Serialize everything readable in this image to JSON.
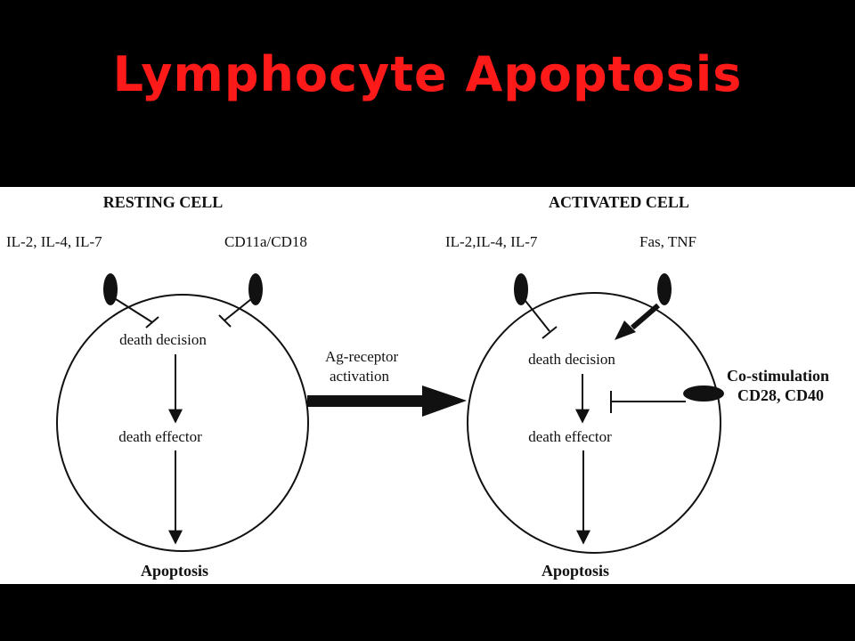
{
  "title": "Lymphocyte Apoptosis",
  "colors": {
    "title": "#ff1a1a",
    "background": "#000000",
    "panel": "#ffffff",
    "ink": "#111111"
  },
  "resting": {
    "header": "RESTING CELL",
    "receptor_left": "IL-2, IL-4, IL-7",
    "receptor_right": "CD11a/CD18",
    "decision": "death decision",
    "effector": "death effector",
    "outcome": "Apoptosis"
  },
  "transition": {
    "line1": "Ag-receptor",
    "line2": "activation"
  },
  "activated": {
    "header": "ACTIVATED CELL",
    "receptor_left": "IL-2,IL-4, IL-7",
    "receptor_right": "Fas, TNF",
    "decision": "death decision",
    "effector": "death effector",
    "outcome": "Apoptosis",
    "costim_line1": "Co-stimulation",
    "costim_line2": "CD28, CD40"
  }
}
